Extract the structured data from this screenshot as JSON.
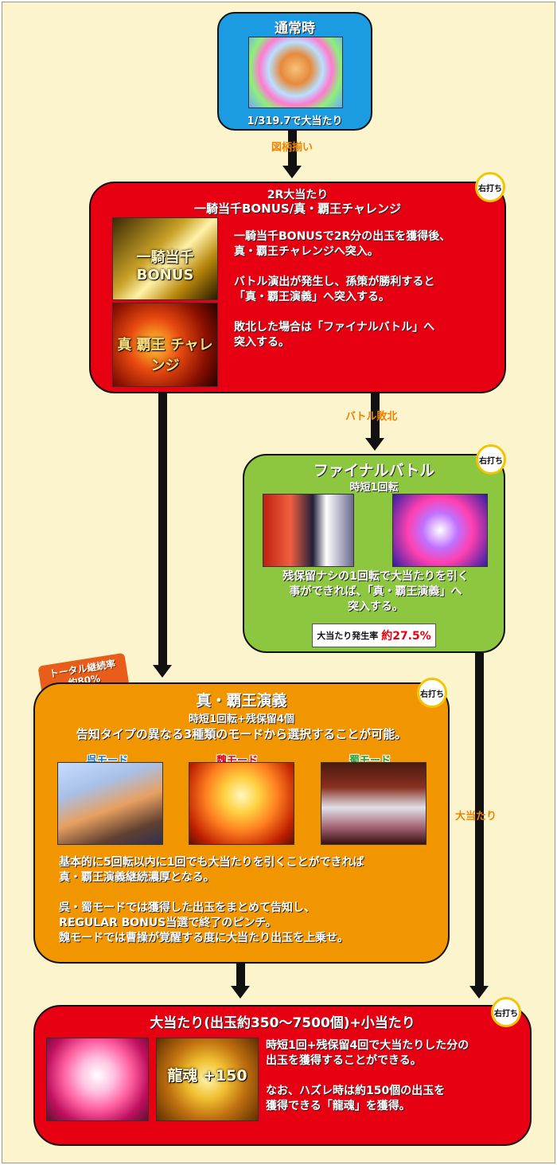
{
  "colors": {
    "background": "#fbf4cc",
    "normal": "#1a9be2",
    "red": "#e60012",
    "green": "#8dc63f",
    "orange": "#f29600",
    "arrow_label": "#f08300"
  },
  "normal": {
    "title": "通常時",
    "odds": "1/319.7で大当たり"
  },
  "arrow1": {
    "label": "図柄揃い"
  },
  "r2": {
    "title1": "2R大当たり",
    "title2": "一騎当千BONUS/真・覇王チャレンジ",
    "text": "一騎当千BONUSで2R分の出玉を獲得後、\n真・覇王チャレンジへ突入。\n\nバトル演出が発生し、孫策が勝利すると\n「真・覇王演義」へ突入する。\n\n敗北した場合は「ファイナルバトル」へ\n突入する。",
    "img1_caption": "一騎当千 BONUS",
    "img2_caption": "真 覇王 チャレンジ"
  },
  "arrow2": {
    "label": "バトル敗北"
  },
  "final": {
    "title": "ファイナルバトル",
    "sub": "時短1回転",
    "text": "残保留ナシの1回転で大当たりを引く\n事ができれば、「真・覇王演義」へ\n突入する。",
    "rate_label": "大当たり発生率",
    "rate_value": "約27.5%"
  },
  "total": {
    "line1": "トータル継続率",
    "line2": "約80%"
  },
  "shin": {
    "title": "真・覇王演義",
    "sub": "時短1回転+残保留4個",
    "intro": "告知タイプの異なる3種類のモードから選択することが可能。",
    "modes": [
      "呉モード",
      "魏モード",
      "蜀モード"
    ],
    "text": "基本的に5回転以内に1回でも大当たりを引くことができれば\n真・覇王演義継続濃厚となる。\n\n呉・蜀モードでは獲得した出玉をまとめて告知し、\nREGULAR BONUS当選で終了のピンチ。\n魏モードでは曹操が覚醒する度に大当たり出玉を上乗せ。"
  },
  "arrow_big": {
    "label": "大当たり"
  },
  "big": {
    "title": "大当たり(出玉約350〜7500個)+小当たり",
    "text": "時短1回+残保留4回で大当たりした分の\n出玉を獲得することができる。\n\nなお、ハズレ時は約150個の出玉を\n獲得できる「龍魂」を獲得。",
    "img2_caption": "龍魂 +150"
  },
  "migi_label": "右打ち"
}
